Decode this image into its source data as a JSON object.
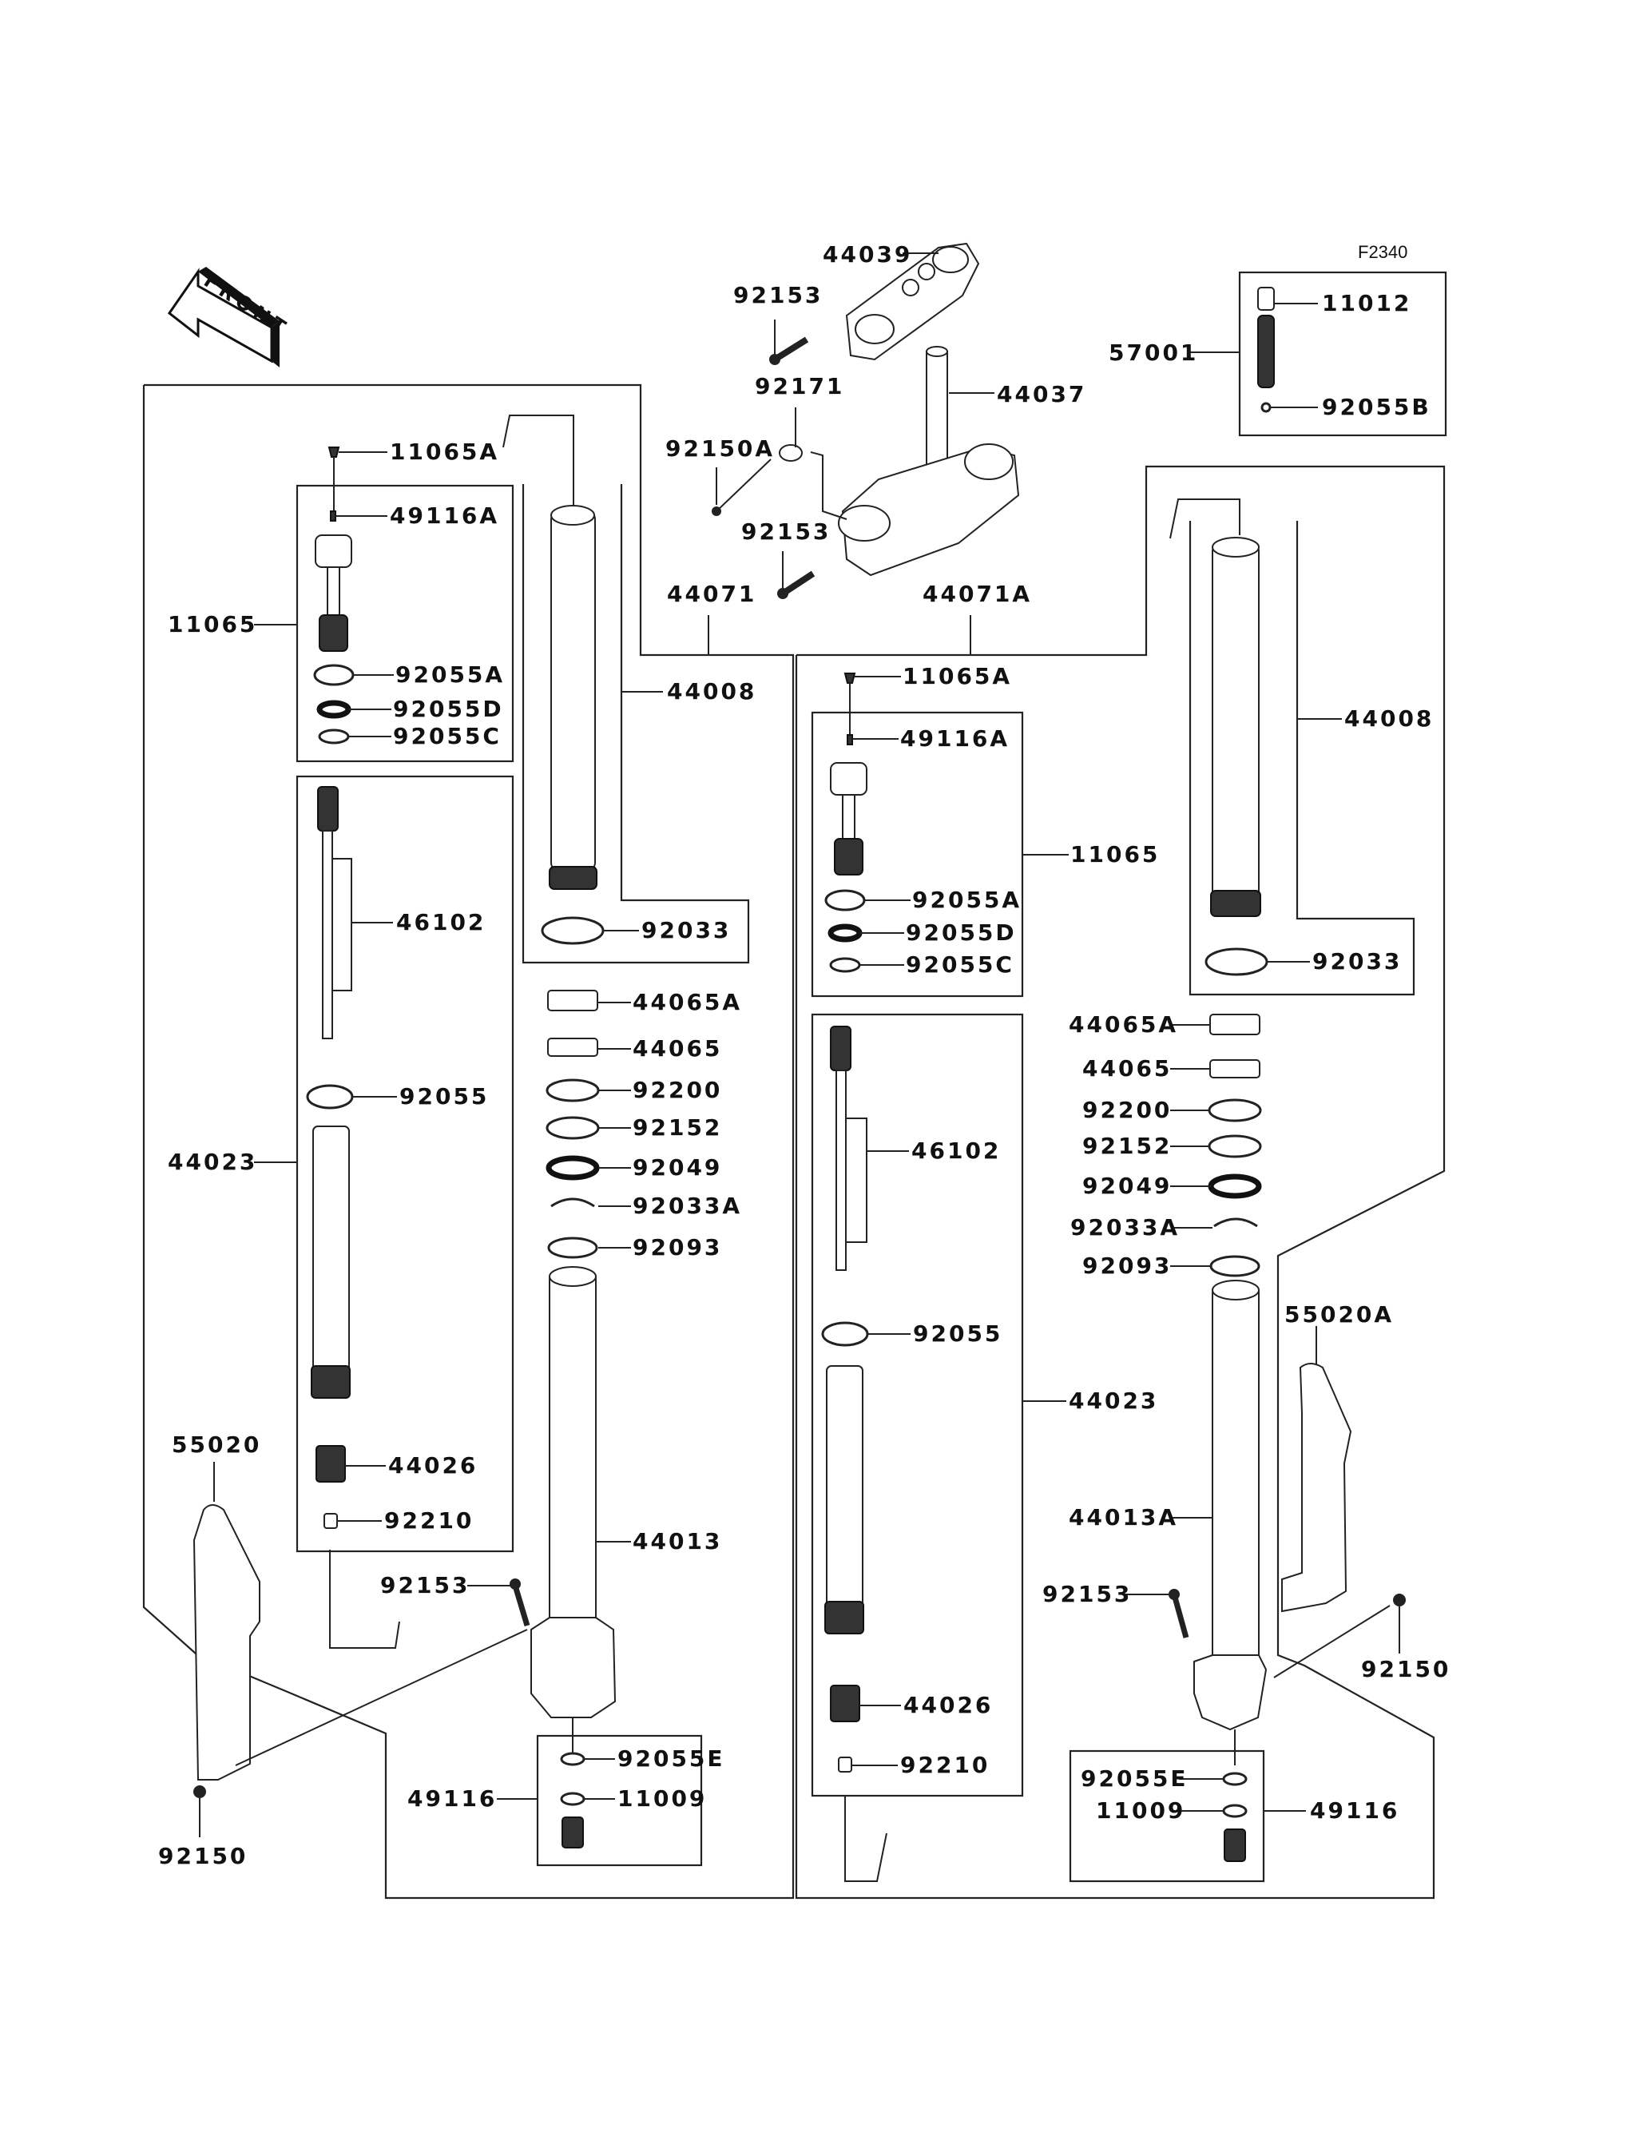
{
  "diagram": {
    "figure_code": "F2340",
    "front_arrow_label": "FRONT",
    "colors": {
      "line": "#222222",
      "background": "#ffffff"
    }
  },
  "steering": {
    "upper_clamp": "44039",
    "upper_bolt": "92153",
    "stem": "44037",
    "clamp": "92171",
    "clamp_screw": "92150A",
    "lower_bolt": "92153"
  },
  "valve_kit": {
    "assembly": "57001",
    "cap": "11012",
    "oring": "92055B"
  },
  "left_fork": {
    "assembly": "44071",
    "cap_bolt": "11065A",
    "cap_screw": "49116A",
    "fork_cap_assy": "11065",
    "oring_a": "92055A",
    "oring_d": "92055D",
    "oring_c": "92055C",
    "outer_tube": "44008",
    "outer_oring": "92033",
    "rod": "46102",
    "rod_oring": "92055",
    "cartridge": "44023",
    "spring": "44026",
    "nut": "92210",
    "bushing_a": "44065A",
    "bushing": "44065",
    "washer": "92200",
    "washer2": "92152",
    "oil_seal": "92049",
    "circlip": "92033A",
    "dust_seal": "92093",
    "inner_tube": "44013",
    "axle_bolt": "92153",
    "bottom_oring_e": "92055E",
    "bottom_oring": "11009",
    "bottom_screw": "49116",
    "guard": "55020",
    "guard_bolt": "92150"
  },
  "right_fork": {
    "assembly": "44071A",
    "cap_bolt": "11065A",
    "cap_screw": "49116A",
    "fork_cap_assy": "11065",
    "oring_a": "92055A",
    "oring_d": "92055D",
    "oring_c": "92055C",
    "outer_tube": "44008",
    "outer_oring": "92033",
    "rod": "46102",
    "rod_oring": "92055",
    "cartridge": "44023",
    "spring": "44026",
    "nut": "92210",
    "bushing_a": "44065A",
    "bushing": "44065",
    "washer": "92200",
    "washer2": "92152",
    "oil_seal": "92049",
    "circlip": "92033A",
    "dust_seal": "92093",
    "inner_tube": "44013A",
    "axle_bolt": "92153",
    "bottom_oring_e": "92055E",
    "bottom_oring": "11009",
    "bottom_screw": "49116",
    "guard": "55020A",
    "guard_bolt": "92150"
  }
}
